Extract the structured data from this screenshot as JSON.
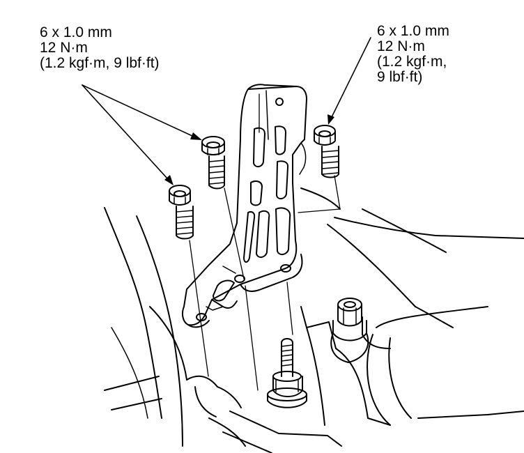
{
  "callouts": [
    {
      "id": "left",
      "lines": [
        "6 x 1.0 mm",
        "12 N·m",
        "(1.2 kgf·m, 9 lbf·ft)"
      ]
    },
    {
      "id": "right",
      "lines": [
        "6 x 1.0 mm",
        "12 N·m",
        "(1.2 kgf·m,",
        "9 lbf·ft)"
      ]
    }
  ],
  "colors": {
    "ink": "#000000",
    "paper": "#ffffff"
  }
}
